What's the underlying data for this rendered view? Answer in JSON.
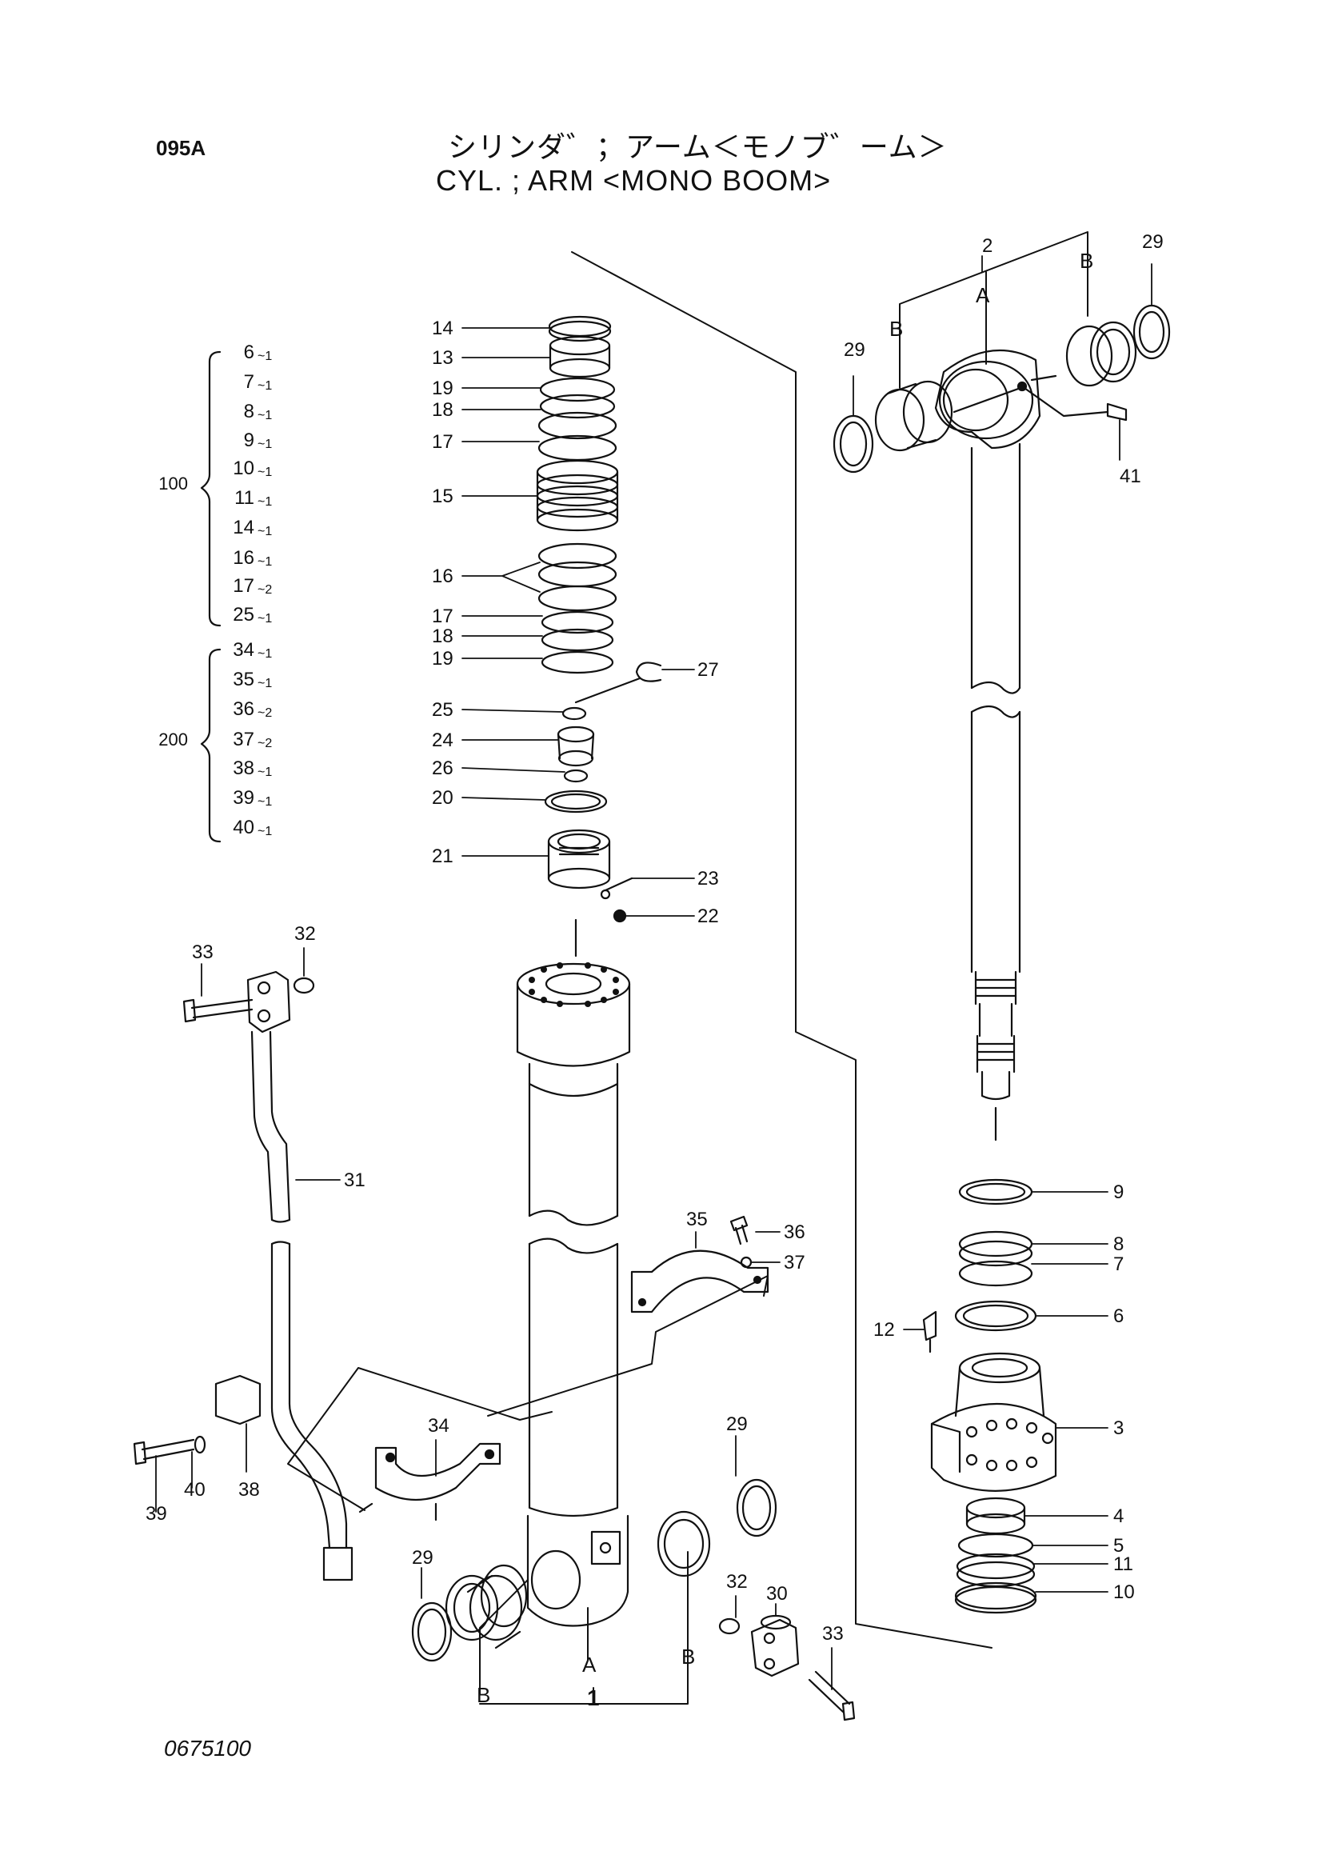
{
  "header": {
    "page_code": "095A",
    "title_jp": "シリンダ゛；アーム＜モノブ゛ーム＞",
    "title_en": "CYL. ; ARM <MONO BOOM>"
  },
  "footer": {
    "drawing_number": "0675100"
  },
  "kits": [
    {
      "id": "100",
      "items": [
        {
          "part": "6",
          "qty": "~1"
        },
        {
          "part": "7",
          "qty": "~1"
        },
        {
          "part": "8",
          "qty": "~1"
        },
        {
          "part": "9",
          "qty": "~1"
        },
        {
          "part": "10",
          "qty": "~1"
        },
        {
          "part": "11",
          "qty": "~1"
        },
        {
          "part": "14",
          "qty": "~1"
        },
        {
          "part": "16",
          "qty": "~1"
        },
        {
          "part": "17",
          "qty": "~2"
        },
        {
          "part": "25",
          "qty": "~1"
        }
      ]
    },
    {
      "id": "200",
      "items": [
        {
          "part": "34",
          "qty": "~1"
        },
        {
          "part": "35",
          "qty": "~1"
        },
        {
          "part": "36",
          "qty": "~2"
        },
        {
          "part": "37",
          "qty": "~2"
        },
        {
          "part": "38",
          "qty": "~1"
        },
        {
          "part": "39",
          "qty": "~1"
        },
        {
          "part": "40",
          "qty": "~1"
        }
      ]
    }
  ],
  "callouts": {
    "c14": "14",
    "c13": "13",
    "c19a": "19",
    "c18a": "18",
    "c17a": "17",
    "c15": "15",
    "c16": "16",
    "c17b": "17",
    "c18b": "18",
    "c19b": "19",
    "c27": "27",
    "c25": "25",
    "c24": "24",
    "c26": "26",
    "c20": "20",
    "c21": "21",
    "c23": "23",
    "c22": "22",
    "c2": "2",
    "c29a": "29",
    "c29b": "29",
    "c41": "41",
    "c9": "9",
    "c8": "8",
    "c7": "7",
    "c6": "6",
    "c12": "12",
    "c3": "3",
    "c4": "4",
    "c5": "5",
    "c11": "11",
    "c10": "10",
    "c32a": "32",
    "c33a": "33",
    "c31": "31",
    "c35": "35",
    "c36": "36",
    "c37": "37",
    "c34": "34",
    "c38": "38",
    "c39": "39",
    "c40": "40",
    "c29c": "29",
    "c29d": "29",
    "c32b": "32",
    "c30": "30",
    "c33b": "33",
    "c1": "1"
  },
  "markers": {
    "rodA": "A",
    "rodB1": "B",
    "rodB2": "B",
    "tubeA": "A",
    "tubeB1": "B",
    "tubeB2": "B"
  }
}
